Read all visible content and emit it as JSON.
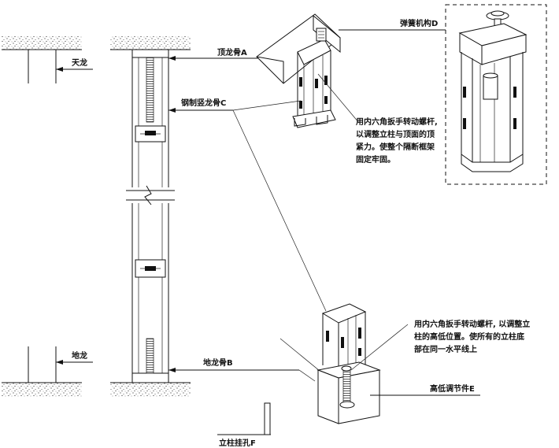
{
  "labels": {
    "ceiling": "天龙",
    "floor": "地龙",
    "top_keel": "顶龙骨A",
    "steel_vertical_keel": "钢制竖龙骨C",
    "floor_keel": "地龙骨B",
    "spring_mechanism": "弹簧机构D",
    "height_adjuster": "高低调节件E",
    "post_hanging_hole": "立柱挂孔F"
  },
  "notes": {
    "top": [
      "用内六角扳手转动螺杆,",
      "以调整立柱与顶面的顶",
      "紧力。使整个隔断框架",
      "固定牢固。"
    ],
    "bottom": [
      "用内六角扳手转动螺杆, 以调整立",
      "柱的高低位置。使所有的立柱底",
      "部在同一水平线上"
    ]
  }
}
